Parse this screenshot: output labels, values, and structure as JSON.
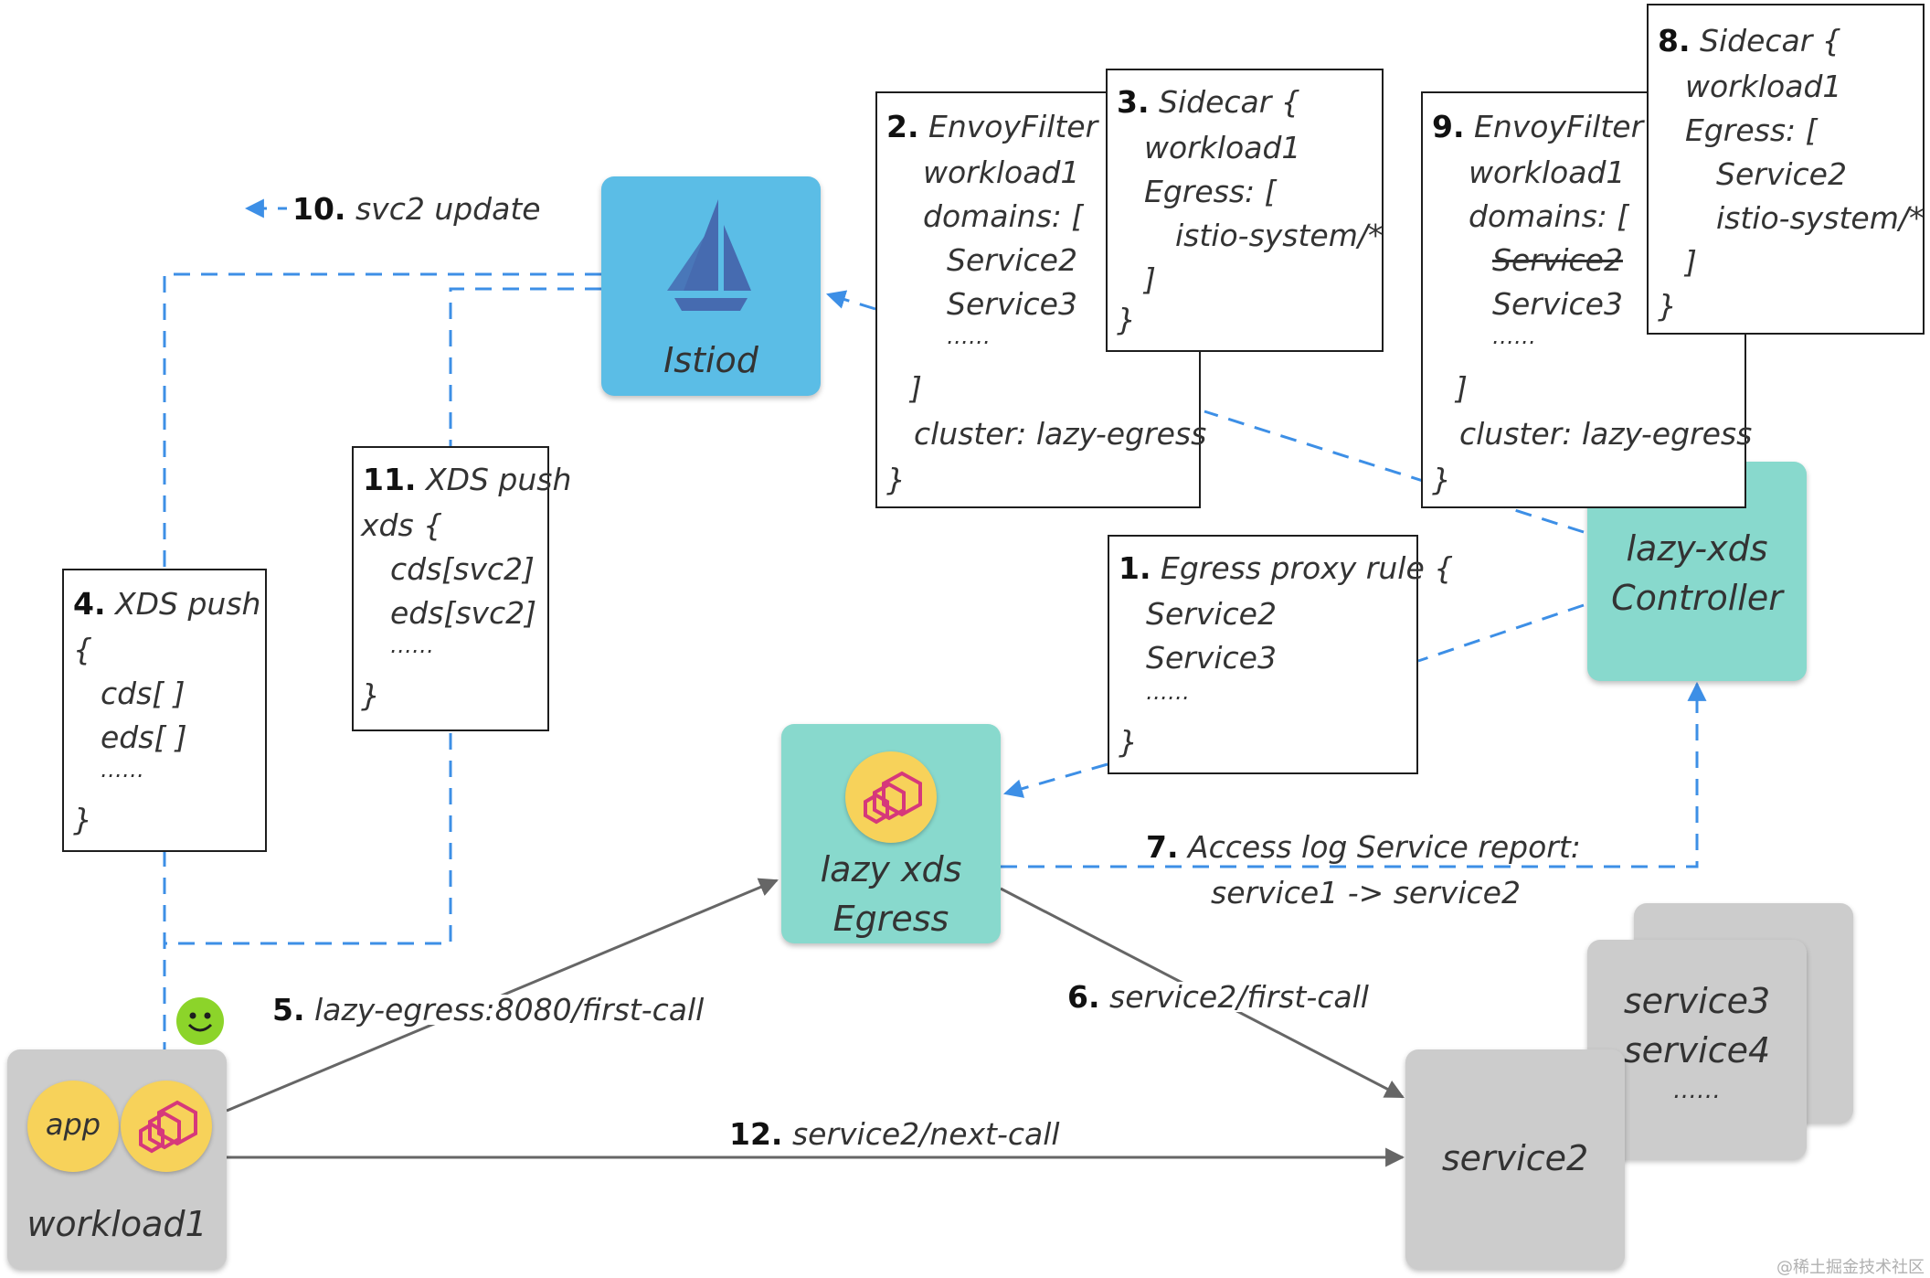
{
  "nodes": {
    "istiod": {
      "label": "Istiod"
    },
    "lazy_xds_controller": {
      "line1": "lazy-xds",
      "line2": "Controller"
    },
    "lazy_xds_egress": {
      "line1": "lazy xds",
      "line2": "Egress"
    },
    "workload1": {
      "label": "workload1",
      "app_badge": "app"
    },
    "service2": {
      "label": "service2"
    },
    "service_stack": {
      "line1": "service3",
      "line2": "service4",
      "line3": "……"
    }
  },
  "boxes": {
    "egress_rule": {
      "num": "1.",
      "title": "Egress proxy rule {",
      "lines": [
        "Service2",
        "Service3",
        "……",
        "}"
      ]
    },
    "envoyfilter_old": {
      "num": "2.",
      "title": "EnvoyFilter {",
      "lines": [
        "workload1",
        "domains: [",
        "Service2",
        "Service3",
        "……",
        "]",
        "cluster: lazy-egress",
        "}"
      ]
    },
    "sidecar_old": {
      "num": "3.",
      "title": "Sidecar {",
      "lines": [
        "workload1",
        "Egress: [",
        "istio-system/*",
        "]",
        "}"
      ]
    },
    "xds_push_4": {
      "num": "4.",
      "title": "XDS push",
      "lines": [
        "{",
        "cds[ ]",
        "eds[ ]",
        "……",
        "}"
      ]
    },
    "sidecar_new": {
      "num": "8.",
      "title": "Sidecar {",
      "lines": [
        "workload1",
        "Egress: [",
        "Service2",
        "istio-system/*",
        "]",
        "}"
      ]
    },
    "envoyfilter_new": {
      "num": "9.",
      "title": "EnvoyFilter {",
      "lines": [
        "workload1",
        "domains: [",
        "Service2",
        "Service3",
        "……",
        "]",
        "cluster: lazy-egress",
        "}"
      ]
    },
    "xds_push_11": {
      "num": "11.",
      "title": "XDS push",
      "lines": [
        "xds {",
        "cds[svc2]",
        "eds[svc2]",
        "……",
        "}"
      ]
    }
  },
  "edges": {
    "step5": {
      "num": "5.",
      "label": "lazy-egress:8080/first-call"
    },
    "step6": {
      "num": "6.",
      "label": "service2/first-call"
    },
    "step7": {
      "num": "7.",
      "label": "Access log Service report:",
      "label2": "service1 -> service2"
    },
    "step10": {
      "num": "10.",
      "label": "svc2 update"
    },
    "step12": {
      "num": "12.",
      "label": "service2/next-call"
    }
  },
  "watermark": "@稀土掘金技术社区",
  "colors": {
    "teal": "#88d9cd",
    "blue": "#5bbde6",
    "gray": "#cccccc",
    "dashed_edge": "#3d8fe6",
    "solid_edge": "#666666",
    "badge": "#f7d25a",
    "smiley": "#8cd42a",
    "envoy_icon": "#d6387b"
  }
}
